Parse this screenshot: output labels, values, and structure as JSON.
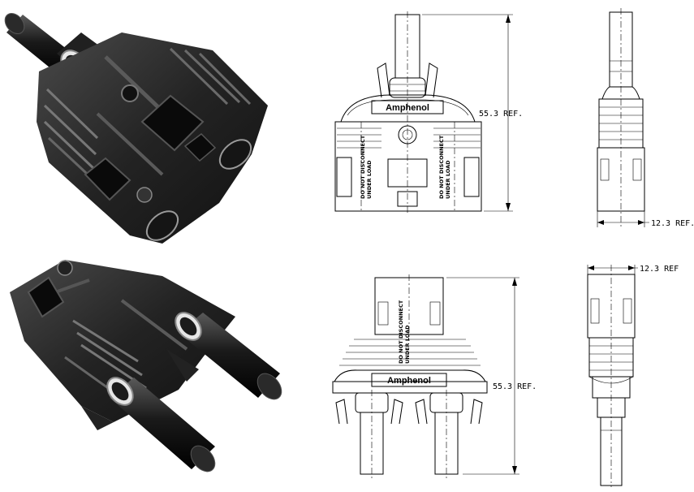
{
  "photos": {
    "top_alt": "Amphenol Y-branch connector, single-pin side (render)",
    "bottom_alt": "Amphenol Y-branch connector, dual-pin side (render)"
  },
  "drawing_top": {
    "brand": "Amphenol",
    "warning_line1": "DO NOT DISCONNECT",
    "warning_line2": "UNDER LOAD",
    "height_dim": "55.3 REF.",
    "side_dim": "12.3 REF."
  },
  "drawing_bottom": {
    "brand": "Amphenol",
    "warning_line1": "DO NOT DISCONNECT",
    "warning_line2": "UNDER LOAD",
    "height_dim": "55.3 REF.",
    "side_dim": "12.3 REF"
  },
  "colors": {
    "line": "#000000",
    "body_dark": "#1c1c1c",
    "body_mid": "#3a3a3a",
    "highlight": "#8a8a8a"
  }
}
